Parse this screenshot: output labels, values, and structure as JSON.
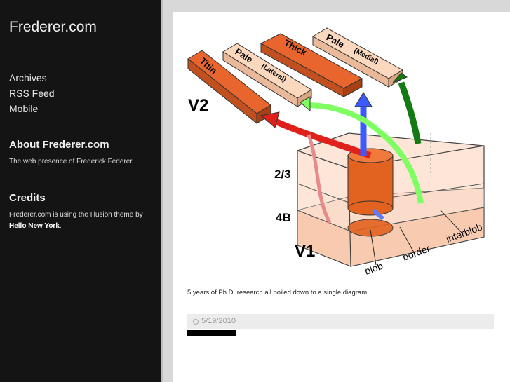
{
  "site": {
    "title": "Frederer.com"
  },
  "nav": [
    "Archives",
    "RSS Feed",
    "Mobile"
  ],
  "about": {
    "heading": "About Frederer.com",
    "text": "The web presence of Frederick Federer."
  },
  "credits": {
    "heading": "Credits",
    "text_prefix": "Frederer.com is using the Illusion theme by ",
    "link": "Hello New York",
    "text_suffix": "."
  },
  "diagram": {
    "stripes": [
      "Thin",
      "Pale",
      "(Lateral)",
      "Thick",
      "Pale",
      "(Medial)"
    ],
    "areas": [
      "V2",
      "V1"
    ],
    "layers": [
      "2/3",
      "4B"
    ],
    "compartments": [
      "blob",
      "border",
      "interblob"
    ]
  },
  "post": {
    "caption": "5 years of Ph.D. research all boiled down to a single diagram.",
    "date": "5/19/2010"
  },
  "colors": {
    "sidebar": "#141414",
    "thick": "#e8662e",
    "pale": "#fbd8be",
    "red_arrow": "#e0201b",
    "green_arrow": "#7fff62",
    "blue_arrow": "#3b5bff",
    "dark_green_arrow": "#157a12"
  }
}
